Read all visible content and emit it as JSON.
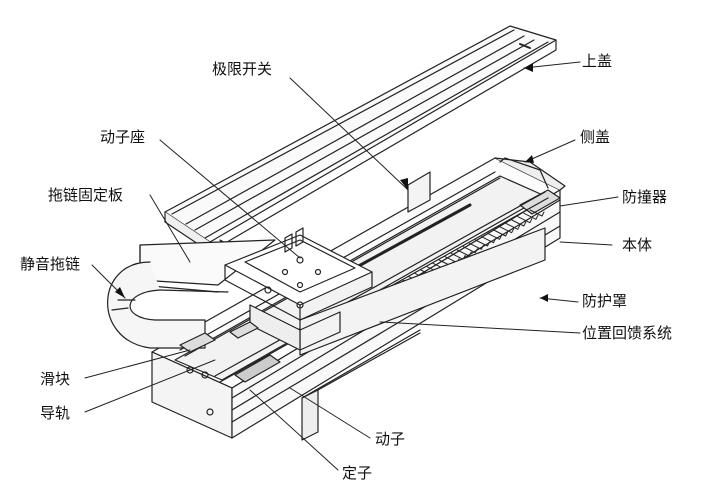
{
  "labels": {
    "top_cover": "上盖",
    "limit_switch": "极限开关",
    "mover_seat": "动子座",
    "side_cover": "侧盖",
    "drag_chain_plate": "拖链固定板",
    "bumper": "防撞器",
    "body": "本体",
    "silent_drag_chain": "静音拖链",
    "protective_cover": "防护罩",
    "position_feedback": "位置回馈系统",
    "slider": "滑块",
    "guide_rail": "导轨",
    "mover": "动子",
    "stator": "定子"
  }
}
